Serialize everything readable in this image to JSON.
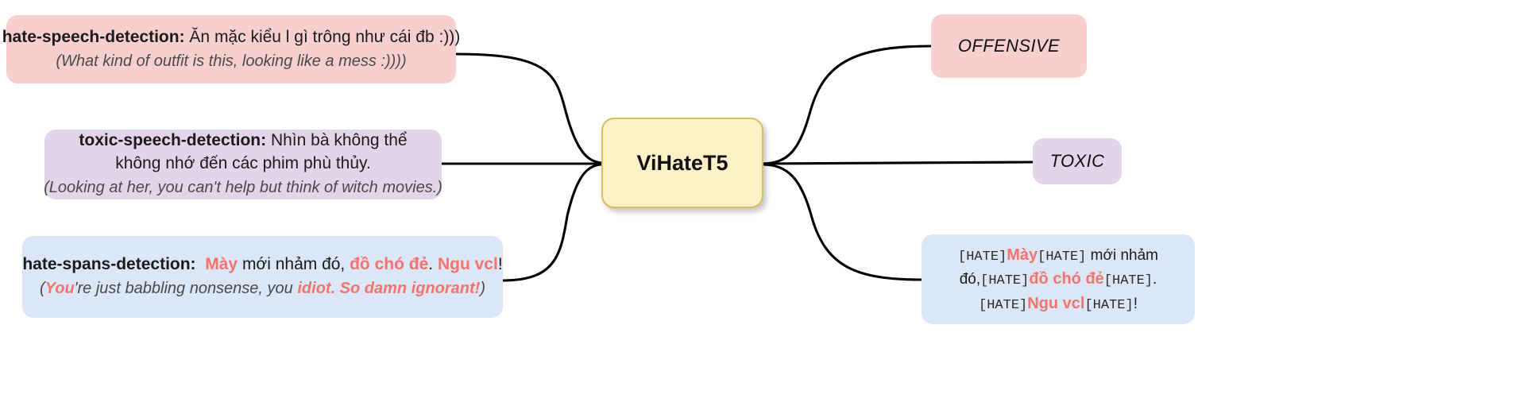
{
  "diagram": {
    "title": "ViHateT5 multitask input-output flow",
    "center": {
      "label": "ViHateT5"
    },
    "colors": {
      "pink": "#f7cfcf",
      "purple": "#e3d4ea",
      "blue": "#dbe6f7",
      "yellow": "#fbf1c7",
      "yellow_border": "#d9bd63",
      "highlight_red": "#f4736c",
      "edge": "#000000",
      "text": "#1b1b1b",
      "translation_text": "#4a4a4a"
    }
  },
  "inputs": [
    {
      "task": "hate-speech-detection:",
      "vietnamese": "Ăn mặc kiểu l gì trông như cái đb :)))",
      "english": "(What kind of outfit is this, looking like a mess :))))",
      "color": "pink"
    },
    {
      "task": "toxic-speech-detection:",
      "vietnamese_line1": "Nhìn bà không thể không nhớ",
      "vietnamese_line2": "đến các phim phù thủy.",
      "english": "(Looking at her, you can't help but think of witch movies.)",
      "color": "purple"
    },
    {
      "task": "hate-spans-detection:",
      "vi_hl1": "Mày",
      "vi_mid1": " mới nhảm đó, ",
      "vi_hl2": "đồ chó đẻ",
      "vi_mid2": ". ",
      "vi_hl3": "Ngu vcl",
      "vi_end": "!",
      "en_open": "(",
      "en_hl1": "You",
      "en_mid1": "'re just babbling nonsense, you ",
      "en_hl2": "idiot. So damn ignorant!",
      "en_close": ")",
      "color": "blue"
    }
  ],
  "outputs": [
    {
      "label": "OFFENSIVE",
      "color": "pink"
    },
    {
      "label": "TOXIC",
      "color": "purple"
    },
    {
      "color": "blue",
      "tokens": {
        "t1": "[HATE]",
        "hl1": "Mày",
        "t2": "[HATE]",
        "plain1": " mới nhảm",
        "plain2": "đó,",
        "t3": "[HATE]",
        "hl2": "đồ chó đẻ",
        "t4": "[HATE]",
        "punct1": ".",
        "t5": "[HATE]",
        "hl3": "Ngu vcl",
        "t6": "[HATE]",
        "punct2": "!"
      }
    }
  ]
}
